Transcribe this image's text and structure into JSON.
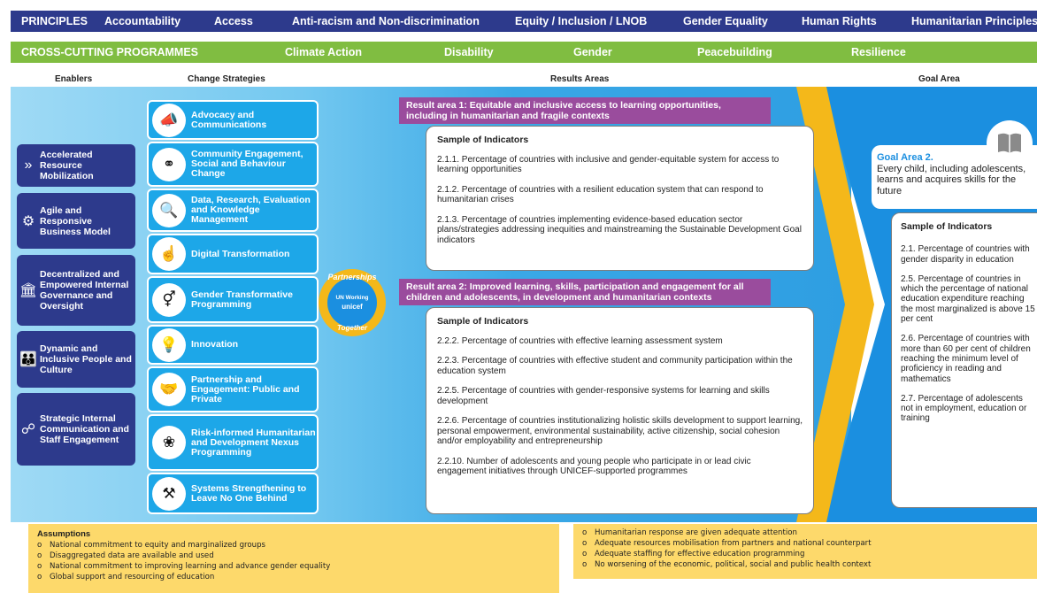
{
  "principles": {
    "label": "PRINCIPLES",
    "items": [
      "Accountability",
      "Access",
      "Anti-racism and Non-discrimination",
      "Equity / Inclusion / LNOB",
      "Gender Equality",
      "Human Rights",
      "Humanitarian Principles"
    ]
  },
  "cross_cutting": {
    "label": "CROSS-CUTTING PROGRAMMES",
    "items": [
      "Climate Action",
      "Disability",
      "Gender",
      "Peacebuilding",
      "Resilience"
    ]
  },
  "column_headers": {
    "enablers": "Enablers",
    "change_strategies": "Change Strategies",
    "results_areas": "Results Areas",
    "goal_area": "Goal Area"
  },
  "enablers": [
    {
      "label": "Accelerated Resource Mobilization",
      "icon": "chevrons-icon"
    },
    {
      "label": "Agile and Responsive Business Model",
      "icon": "gears-icon"
    },
    {
      "label": "Decentralized and Empowered Internal Governance and Oversight",
      "icon": "institution-icon"
    },
    {
      "label": "Dynamic and Inclusive People and Culture",
      "icon": "people-icon"
    },
    {
      "label": "Strategic Internal Communication and Staff Engagement",
      "icon": "network-icon"
    }
  ],
  "change_strategies": [
    {
      "label": "Advocacy and Communications",
      "icon": "megaphone-icon"
    },
    {
      "label": "Community Engagement, Social and Behaviour Change",
      "icon": "links-icon"
    },
    {
      "label": "Data, Research, Evaluation and Knowledge Management",
      "icon": "research-icon"
    },
    {
      "label": "Digital Transformation",
      "icon": "touch-icon"
    },
    {
      "label": "Gender Transformative Programming",
      "icon": "gender-gears-icon"
    },
    {
      "label": "Innovation",
      "icon": "idea-head-icon"
    },
    {
      "label": "Partnership and Engagement: Public and Private",
      "icon": "handshake-icon"
    },
    {
      "label": "Risk-informed Humanitarian and Development Nexus Programming",
      "icon": "protect-hands-icon"
    },
    {
      "label": "Systems Strengthening to Leave No One Behind",
      "icon": "system-nodes-icon"
    }
  ],
  "partnerships": {
    "top": "Partnerships",
    "middle": "UN Working",
    "bottom": "Together",
    "logo": "unicef"
  },
  "result_areas": [
    {
      "title": "Result area 1: Equitable and inclusive access to learning opportunities, including in humanitarian and fragile contexts",
      "indicators_heading": "Sample of Indicators",
      "indicators": [
        "2.1.1. Percentage of countries with inclusive and gender-equitable system for access to learning opportunities",
        "2.1.2. Percentage of countries with a resilient education system that can respond to humanitarian crises",
        "2.1.3. Percentage of countries implementing evidence-based education sector plans/strategies addressing inequities and mainstreaming the Sustainable Development Goal indicators"
      ]
    },
    {
      "title": "Result area 2: Improved learning, skills, participation and engagement for all children and adolescents, in development and humanitarian contexts",
      "indicators_heading": "Sample of Indicators",
      "indicators": [
        "2.2.2. Percentage of countries with effective learning assessment system",
        "2.2.3. Percentage of countries with effective student and community participation within the education system",
        "2.2.5. Percentage of countries with gender-responsive systems for learning and skills development",
        "2.2.6. Percentage of countries institutionalizing holistic skills development to support learning, personal empowerment, environmental sustainability, active citizenship, social cohesion and/or employability and entrepreneurship",
        "2.2.10. Number of adolescents and young people who participate in or lead civic engagement initiatives through UNICEF-supported programmes"
      ]
    }
  ],
  "goal": {
    "title": "Goal Area 2.",
    "description": "Every child, including adolescents, learns and acquires skills for the future",
    "indicators_heading": "Sample of Indicators",
    "indicators": [
      "2.1. Percentage of countries with gender disparity in education",
      "2.5. Percentage of countries in which the percentage of national education expenditure reaching the most marginalized is above 15 per cent",
      "2.6. Percentage of countries with more than 60 per cent of children reaching the minimum level of proficiency in reading and mathematics",
      "2.7. Percentage of adolescents not in employment, education or training"
    ]
  },
  "assumptions": {
    "title": "Assumptions",
    "left": [
      "National commitment to equity and marginalized groups",
      "Disaggregated data are available and used",
      "National commitment to improving learning and advance gender equality",
      "Global support and resourcing of education"
    ],
    "right": [
      "Humanitarian response are given adequate attention",
      "Adequate resources mobilisation from partners and national counterpart",
      "Adequate staffing for effective education programming",
      "No worsening of the economic, political, social and public health context"
    ]
  },
  "colors": {
    "navy": "#2d3a8c",
    "green": "#80bd41",
    "sky": "#1da7e8",
    "purple": "#9a4c9d",
    "gold": "#f4b81a",
    "assumption_bg": "#fdd96b"
  }
}
